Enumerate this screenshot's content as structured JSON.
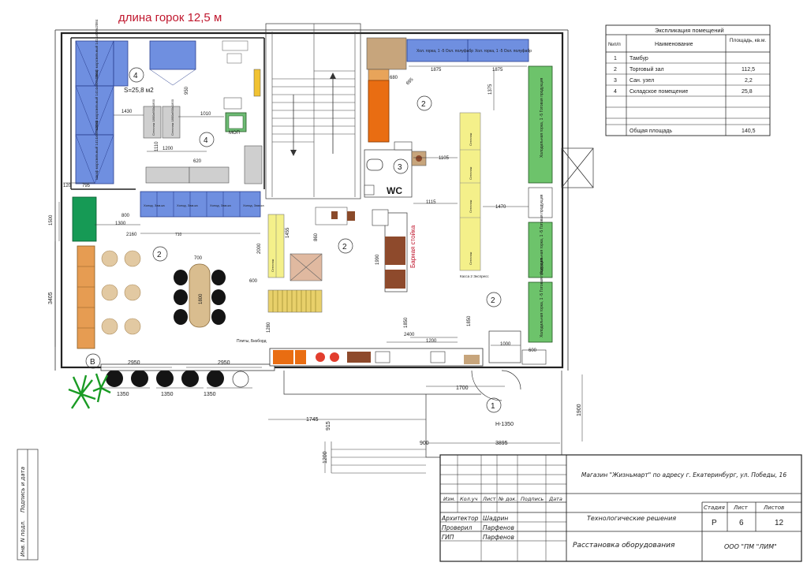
{
  "header_note": "длина горок 12,5 м",
  "explication": {
    "title": "Экспликация помещений",
    "headers": [
      "№п/п",
      "Наименование",
      "Площадь, кв.м."
    ],
    "rows": [
      {
        "n": "1",
        "name": "Тамбур",
        "area": ""
      },
      {
        "n": "2",
        "name": "Торговый зал",
        "area": "112,5"
      },
      {
        "n": "3",
        "name": "Сан. узел",
        "area": "2,2"
      },
      {
        "n": "4",
        "name": "Складское помещение",
        "area": "25,8"
      }
    ],
    "total_label": "Общая площадь",
    "total_value": "140,5"
  },
  "room_markers": [
    "1",
    "2",
    "3",
    "4"
  ],
  "labels": {
    "wc": "WC",
    "storage_area": "S=25,8 м2",
    "mop": "МОП",
    "bar": "Барная стойка",
    "height_mark": "Н-1350",
    "axis_b": "В",
    "cash": "Касса 2 Экспресс",
    "display": "Плиты, Бизборд",
    "fridge_short": "Холод. Зам-ка",
    "shelf_short": "Стеллаж",
    "fridge_top": "Хол. горка, 1 -5 Охл. полуфабр",
    "wall_fridge": "Холодильная горка, 1 -5 Готовая продукция",
    "freezer_wardrobe": "Шкаф морозильный 1414х800х2084",
    "tech_shelf": "Стеллаж 1800х600х1800"
  },
  "dimensions": [
    "1875",
    "1875",
    "1375",
    "680",
    "695",
    "1010",
    "1430",
    "950",
    "1200",
    "1110",
    "620",
    "795",
    "120",
    "1500",
    "1300",
    "800",
    "2160",
    "710",
    "600",
    "1455",
    "860",
    "2000",
    "1990",
    "1280",
    "1850",
    "2400",
    "1200",
    "1850",
    "1000",
    "600",
    "1115",
    "1105",
    "1470",
    "2950",
    "2950",
    "1350",
    "1350",
    "1350",
    "1700",
    "1745",
    "915",
    "900",
    "3895",
    "1200",
    "1900",
    "3405",
    "700",
    "1800"
  ],
  "title_block": {
    "project": "Магазин \"Жизньмарт\" по адресу г. Екатеринбург, ул. Победы, 16",
    "col_headers": [
      "Изм.",
      "Кол.уч",
      "Лист",
      "№ док.",
      "Подпись",
      "Дата"
    ],
    "roles": [
      {
        "role": "Архитектор",
        "name": "Шадрин"
      },
      {
        "role": "Проверил",
        "name": "Парфенов"
      },
      {
        "role": "ГИП",
        "name": "Парфенов"
      }
    ],
    "section": "Технологические решения",
    "sheet_name": "Расстановка оборудования",
    "stage_label": "Стадия",
    "sheet_label": "Лист",
    "sheets_label": "Листов",
    "stage": "Р",
    "sheet": "6",
    "sheets": "12",
    "org": "ООО \"ПМ \"ЛИМ\""
  },
  "margin_labels": [
    "Инв. N подл.",
    "Подпись и дата"
  ]
}
